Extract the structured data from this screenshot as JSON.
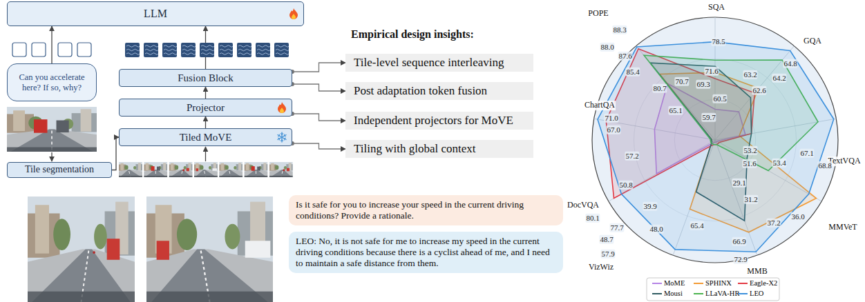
{
  "diagram": {
    "nodes": [
      {
        "text": [
          "LLM"
        ]
      },
      {
        "text": [
          "Can you accelerate here? If so, why?"
        ]
      },
      {
        "text": [
          "Fusion Block"
        ]
      },
      {
        "text": [
          "Projector"
        ]
      },
      {
        "text": [
          "Tiled MoVE"
        ]
      },
      {
        "text": [
          "Tile segmentation"
        ]
      },
      {
        "text": [
          "Tile-level sequence interleaving"
        ]
      },
      {
        "text": [
          "Post adaptation token fusion"
        ]
      },
      {
        "text": [
          "Independent projectors for MoVE"
        ]
      },
      {
        "text": [
          "Tiling with global context"
        ]
      },
      {
        "text": [
          "Is it safe for you to increase your speed in the current driving conditions? Provide a rationale."
        ]
      },
      {
        "text": [
          "LEO: No, it is not safe for me to increase my speed in the current driving conditions because there is a cyclist ahead of me, and I need to maintain a safe distance from them."
        ]
      }
    ],
    "edges": [
      {
        "from": 1,
        "to": 0,
        "arrow": "to"
      },
      {
        "from": 2,
        "to": 0,
        "arrow": "to"
      },
      {
        "from": 3,
        "to": 2,
        "arrow": "to"
      },
      {
        "from": 4,
        "to": 3,
        "arrow": "to"
      },
      {
        "from": 5,
        "to": 4,
        "arrow": "to"
      },
      {
        "from": 2,
        "to": 6,
        "arrow": "to"
      },
      {
        "from": 2,
        "to": 7,
        "arrow": "to"
      },
      {
        "from": 3,
        "to": 8,
        "arrow": "to"
      },
      {
        "from": 4,
        "to": 9,
        "arrow": "to"
      }
    ],
    "labels": [
      "Empirical design insights:",
      "SQA",
      "GQA",
      "TextVQA",
      "MMVeT",
      "MMB",
      "VizWiz",
      "DocVQA",
      "ChartQA",
      "POPE",
      "88.3",
      "88.0",
      "87.6",
      "85.4",
      "80.7",
      "65.1",
      "70.7",
      "69.3",
      "71.6",
      "78.5",
      "64.8",
      "63.2",
      "64.2",
      "62.6",
      "60.5",
      "59.7",
      "53.2",
      "51.6",
      "53.4",
      "67.1",
      "68.8",
      "29.1",
      "31.2",
      "37.2",
      "36.0",
      "66.9",
      "65.4",
      "72.9",
      "48.0",
      "39.9",
      "48.7",
      "57.9",
      "80.1",
      "77.7",
      "50.8",
      "57.2",
      "67.0",
      "71.0"
    ],
    "legend": [
      {
        "text": "MoME"
      },
      {
        "text": "SPHINX"
      },
      {
        "text": "Eagle-X2"
      },
      {
        "text": "Mousi"
      },
      {
        "text": "LLaVA-HR"
      },
      {
        "text": "LEO"
      }
    ]
  }
}
